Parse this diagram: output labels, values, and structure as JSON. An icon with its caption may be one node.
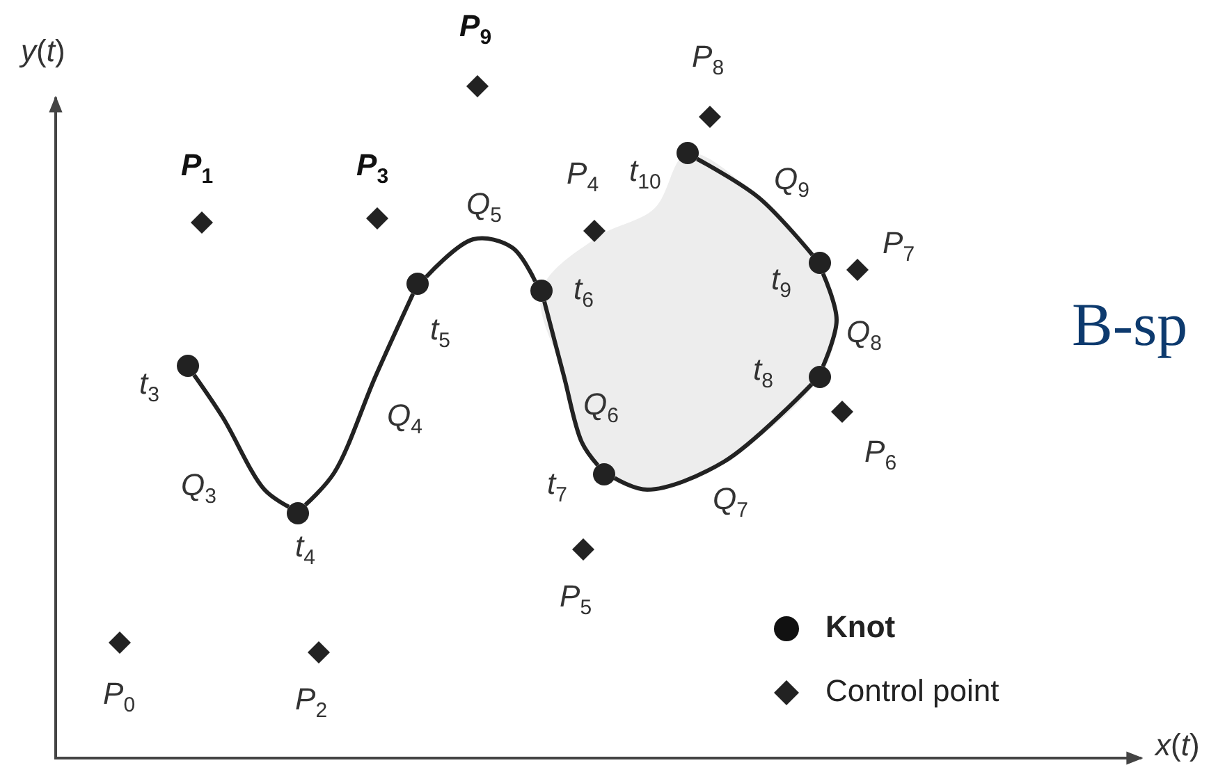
{
  "diagram": {
    "nodes": [
      {
        "text": [],
        "shape": "circle",
        "beside": [
          "*t*$_{3}$"
        ]
      },
      {
        "text": [],
        "shape": "circle",
        "beside": [
          "*t*$_{4}$"
        ]
      },
      {
        "text": [],
        "shape": "circle",
        "beside": [
          "*t*$_{5}$"
        ]
      },
      {
        "text": [],
        "shape": "circle",
        "beside": [
          "*t*$_{6}$"
        ]
      },
      {
        "text": [],
        "shape": "circle",
        "beside": [
          "*t*$_{7}$"
        ]
      },
      {
        "text": [],
        "shape": "circle",
        "beside": [
          "*t*$_{8}$"
        ]
      },
      {
        "text": [],
        "shape": "circle",
        "beside": [
          "*t*$_{9}$"
        ]
      },
      {
        "text": [],
        "shape": "circle",
        "beside": [
          "*t*$_{10}$"
        ]
      }
    ],
    "edges": [
      {
        "from": 0,
        "to": 1,
        "arrow": "none",
        "label": "*Q*$_{3}$"
      },
      {
        "from": 1,
        "to": 2,
        "arrow": "none",
        "label": "*Q*$_{4}$"
      },
      {
        "from": 2,
        "to": 3,
        "arrow": "none",
        "label": "*Q*$_{5}$"
      },
      {
        "from": 3,
        "to": 4,
        "arrow": "none",
        "label": "*Q*$_{6}$"
      },
      {
        "from": 4,
        "to": 5,
        "arrow": "none",
        "label": "*Q*$_{7}$"
      },
      {
        "from": 5,
        "to": 6,
        "arrow": "none",
        "label": "*Q*$_{8}$"
      },
      {
        "from": 6,
        "to": 7,
        "arrow": "none",
        "label": "*Q*$_{9}$"
      }
    ],
    "labels": [
      "*y*(*t*)",
      "*P*$_{9}$",
      "*P*$_{8}$",
      "*P*$_{1}$",
      "*P*$_{3}$",
      "*P*$_{4}$",
      "*P*$_{7}$",
      "B-sp",
      "*P*$_{6}$",
      "*P*$_{5}$",
      "*P*$_{0}$",
      "*P*$_{2}$",
      "*x*(*t*)"
    ],
    "legend": [
      {
        "text": "Knot"
      },
      {
        "text": "Control point"
      }
    ]
  }
}
